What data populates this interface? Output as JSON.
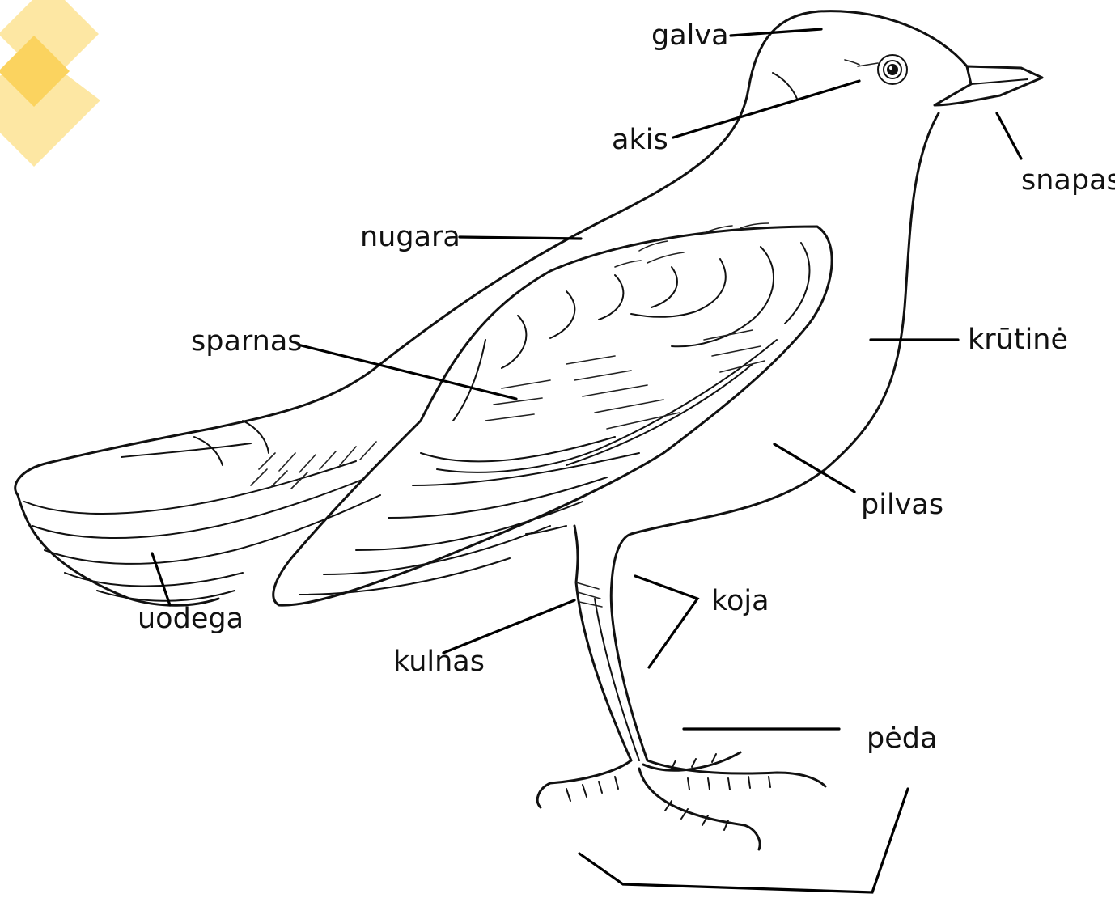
{
  "colors": {
    "ink": "#111111",
    "deco_light": "#fde7a3",
    "deco_dark": "#fbd35f"
  },
  "labels": {
    "galva": "galva",
    "akis": "akis",
    "snapas": "snapas",
    "nugara": "nugara",
    "sparnas": "sparnas",
    "krutine": "krūtinė",
    "pilvas": "pilvas",
    "koja": "koja",
    "uodega": "uodega",
    "kulnas": "kulnas",
    "peda": "pėda"
  }
}
